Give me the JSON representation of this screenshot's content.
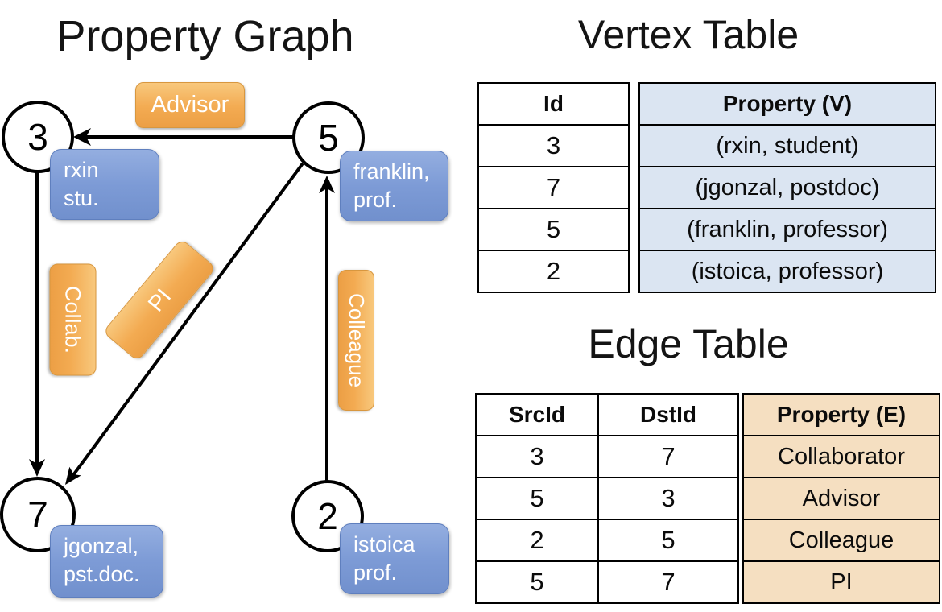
{
  "graph": {
    "title": "Property Graph",
    "nodes": [
      {
        "id": "3",
        "prop_line1": "rxin",
        "prop_line2": "stu."
      },
      {
        "id": "5",
        "prop_line1": "franklin,",
        "prop_line2": "prof."
      },
      {
        "id": "7",
        "prop_line1": "jgonzal,",
        "prop_line2": "pst.doc."
      },
      {
        "id": "2",
        "prop_line1": "istoica",
        "prop_line2": "prof."
      }
    ],
    "edge_labels": {
      "advisor": "Advisor",
      "collab": "Collab.",
      "pi": "PI",
      "colleague": "Colleague"
    }
  },
  "vertex_table": {
    "title": "Vertex Table",
    "columns": {
      "id": "Id",
      "property": "Property (V)"
    },
    "rows": [
      {
        "id": "3",
        "property": "(rxin, student)"
      },
      {
        "id": "7",
        "property": "(jgonzal, postdoc)"
      },
      {
        "id": "5",
        "property": "(franklin, professor)"
      },
      {
        "id": "2",
        "property": "(istoica, professor)"
      }
    ]
  },
  "edge_table": {
    "title": "Edge Table",
    "columns": {
      "src": "SrcId",
      "dst": "DstId",
      "property": "Property (E)"
    },
    "rows": [
      {
        "src": "3",
        "dst": "7",
        "property": "Collaborator"
      },
      {
        "src": "5",
        "dst": "3",
        "property": "Advisor"
      },
      {
        "src": "2",
        "dst": "5",
        "property": "Colleague"
      },
      {
        "src": "5",
        "dst": "7",
        "property": "PI"
      }
    ]
  },
  "colors": {
    "edge_label_fill": "#f3ab52",
    "vertex_box_fill": "#7d9bd6",
    "vertex_table_fill": "#dbe5f2",
    "edge_table_fill": "#f5dfc1",
    "line": "#000000"
  }
}
